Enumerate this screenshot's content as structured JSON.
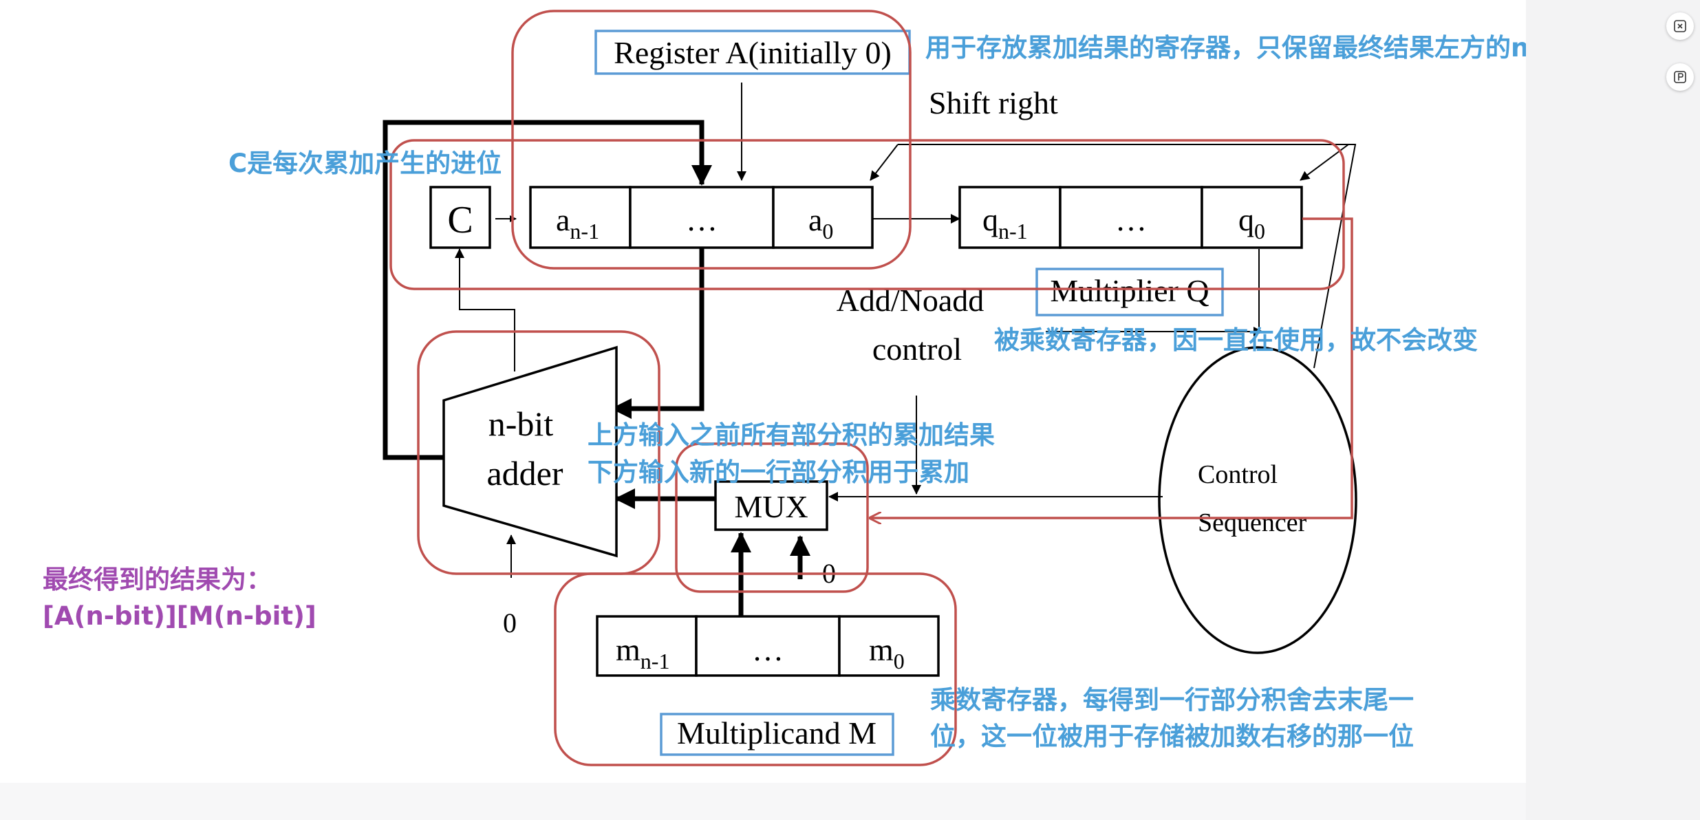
{
  "diagram": {
    "register_a_label": "Register A(initially 0)",
    "shift_right": "Shift right",
    "c_cell": "C",
    "a_high": "a",
    "a_high_sub": "n-1",
    "ellipsis": "…",
    "a_low": "a",
    "a_low_sub": "0",
    "q_high": "q",
    "q_high_sub": "n-1",
    "q_low": "q",
    "q_low_sub": "0",
    "multiplier_q": "Multiplier Q",
    "add_noadd_line1": "Add/Noadd",
    "add_noadd_line2": "control",
    "adder_line1": "n-bit",
    "adder_line2": "adder",
    "mux": "MUX",
    "zero_mux": "0",
    "zero_adder": "0",
    "control_line1": "Control",
    "control_line2": "Sequencer",
    "m_high": "m",
    "m_high_sub": "n-1",
    "m_low": "m",
    "m_low_sub": "0",
    "multiplicand_m": "Multiplicand M"
  },
  "annotations": {
    "register_a_note": "用于存放累加结果的寄存器，只保留最终结果左方的n位",
    "carry_note": "C是每次累加产生的进位",
    "multiplier_note": "被乘数寄存器，因一直在使用，故不会改变",
    "adder_note_line1": "上方输入之前所有部分积的累加结果",
    "adder_note_line2": "下方输入新的一行部分积用于累加",
    "result_line1": "最终得到的结果为：",
    "result_line2": "[A(n-bit)][M(n-bit)]",
    "multiplicand_note_line1": "乘数寄存器，每得到一行部分积舍去末尾一",
    "multiplicand_note_line2": "位，这一位被用于存储被加数右移的那一位"
  },
  "sidebar": {
    "button1_icon": "close-square-icon",
    "button2_icon": "p-square-icon"
  },
  "colors": {
    "annotation_blue": "#4a9fd9",
    "annotation_purple": "#a04ab0",
    "highlight_red": "#c0504d",
    "label_box_blue": "#5b9bd5"
  }
}
